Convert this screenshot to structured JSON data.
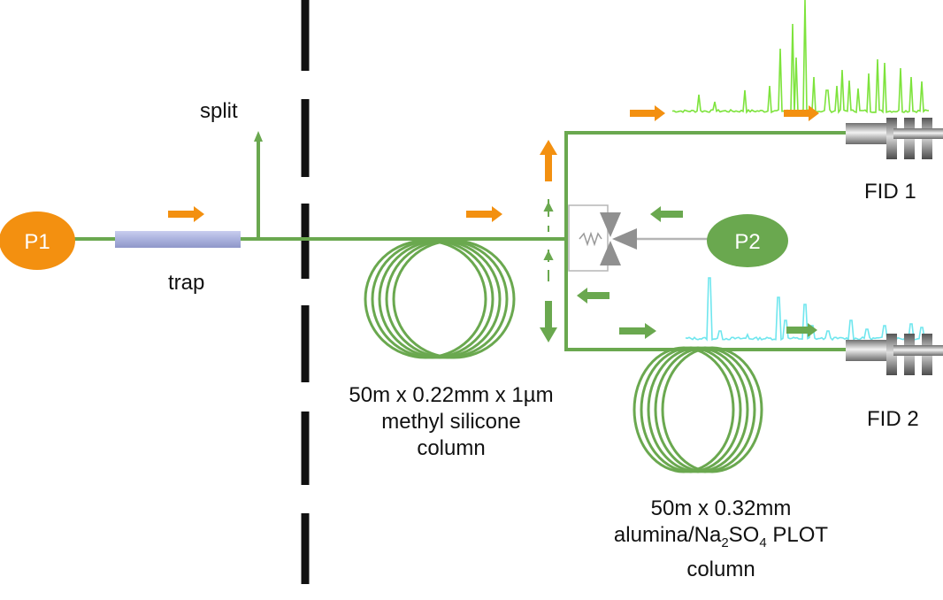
{
  "nodes": {
    "p1": "P1",
    "p2": "P2"
  },
  "labels": {
    "split": "split",
    "trap": "trap",
    "fid1": "FID 1",
    "fid2": "FID 2",
    "column1": [
      "50m x 0.22mm x 1µm",
      "methyl silicone",
      "column"
    ],
    "column2": {
      "line1": "50m x 0.32mm",
      "line2_pre": "alumina/Na",
      "line2_sub1": "2",
      "line2_mid": "SO",
      "line2_sub2": "4",
      "line2_post": " PLOT",
      "line3": "column"
    }
  },
  "colors": {
    "line_green": "#6aa84f",
    "orange": "#f39010",
    "node_green": "#6aa84f",
    "chrom_fid1": "#7de33c",
    "chrom_fid2": "#6fe6ee",
    "trap_blue": "#aab1dd",
    "divider": "#111111",
    "valve_grey": "#9a9a9a"
  },
  "icons": [
    "valve-icon",
    "detector-icon",
    "flow-arrow-icon",
    "coiled-column-icon"
  ]
}
